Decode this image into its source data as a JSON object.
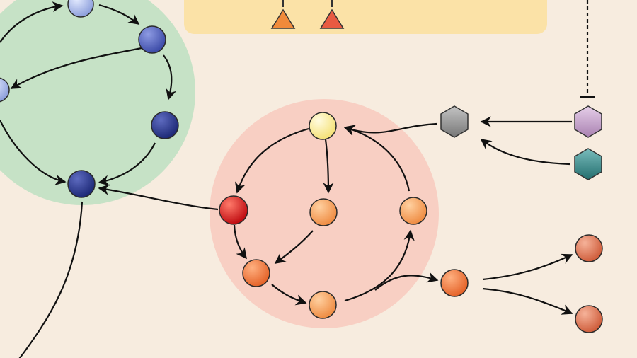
{
  "colors": {
    "background": "#f7ecdf",
    "green_module": "#c6e2c6",
    "pink_module": "#f8cfc3",
    "yellow_panel": "#fbe2a7",
    "blue_light": "#a9b8e6",
    "blue_mid": "#5a69c2",
    "blue_dark": "#2c3a8e",
    "yellow_node": "#fff2a0",
    "red_node": "#e01e20",
    "orange_light": "#f6a45f",
    "orange_mid": "#ee7a3a",
    "salmon": "#e07a58",
    "gray_hex": "#9a9a9a",
    "purple_hex": "#c9a6cf",
    "teal_hex": "#3b8d8d",
    "tri_orange": "#f08a3a",
    "tri_red": "#e85a42"
  },
  "diagram": {
    "modules": [
      "green-module",
      "pink-module",
      "yellow-panel"
    ],
    "node_count": 21
  }
}
